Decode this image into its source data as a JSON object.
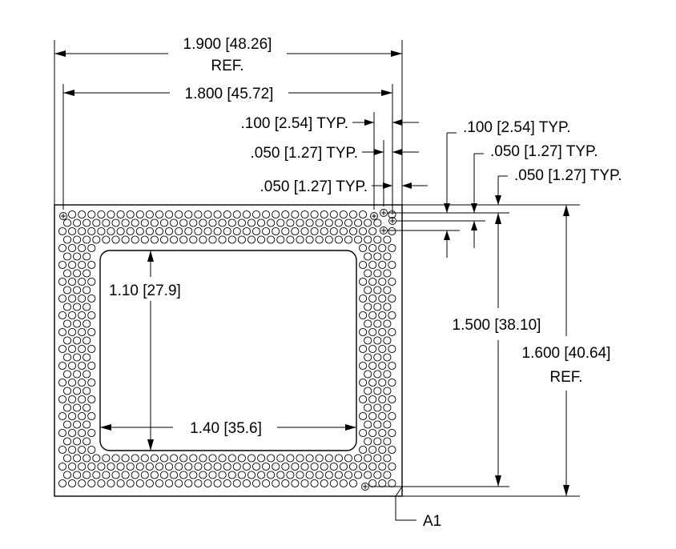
{
  "dimensions": {
    "overall_width": "1.900 [48.26]",
    "overall_width_ref": "REF.",
    "ball_span_width": "1.800 [45.72]",
    "pitch_h": ".100 [2.54] TYP.",
    "half_pitch_h": ".050 [1.27] TYP.",
    "offset_h": ".050 [1.27] TYP.",
    "pitch_v": ".100 [2.54] TYP.",
    "half_pitch_v": ".050 [1.27] TYP.",
    "offset_v": ".050 [1.27] TYP.",
    "ball_span_height": "1.500 [38.10]",
    "overall_height": "1.600 [40.64]",
    "overall_height_ref": "REF.",
    "cavity_height": "1.10 [27.9]",
    "cavity_width": "1.40 [35.6]",
    "pin_one_label": "A1"
  }
}
